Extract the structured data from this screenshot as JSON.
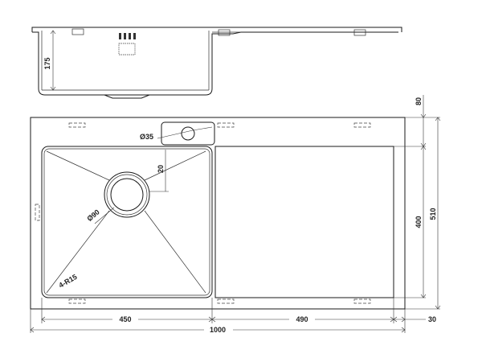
{
  "dimensions": {
    "bowl_depth": "175",
    "tap_hole": "Ø35",
    "tap_offset": "20",
    "drain": "Ø90",
    "corner_radius": "4-R15",
    "top_margin": "80",
    "inner_depth": "400",
    "overall_depth": "510",
    "bowl_width": "450",
    "drainer_width": "490",
    "side_margin": "30",
    "overall_width": "1000"
  }
}
